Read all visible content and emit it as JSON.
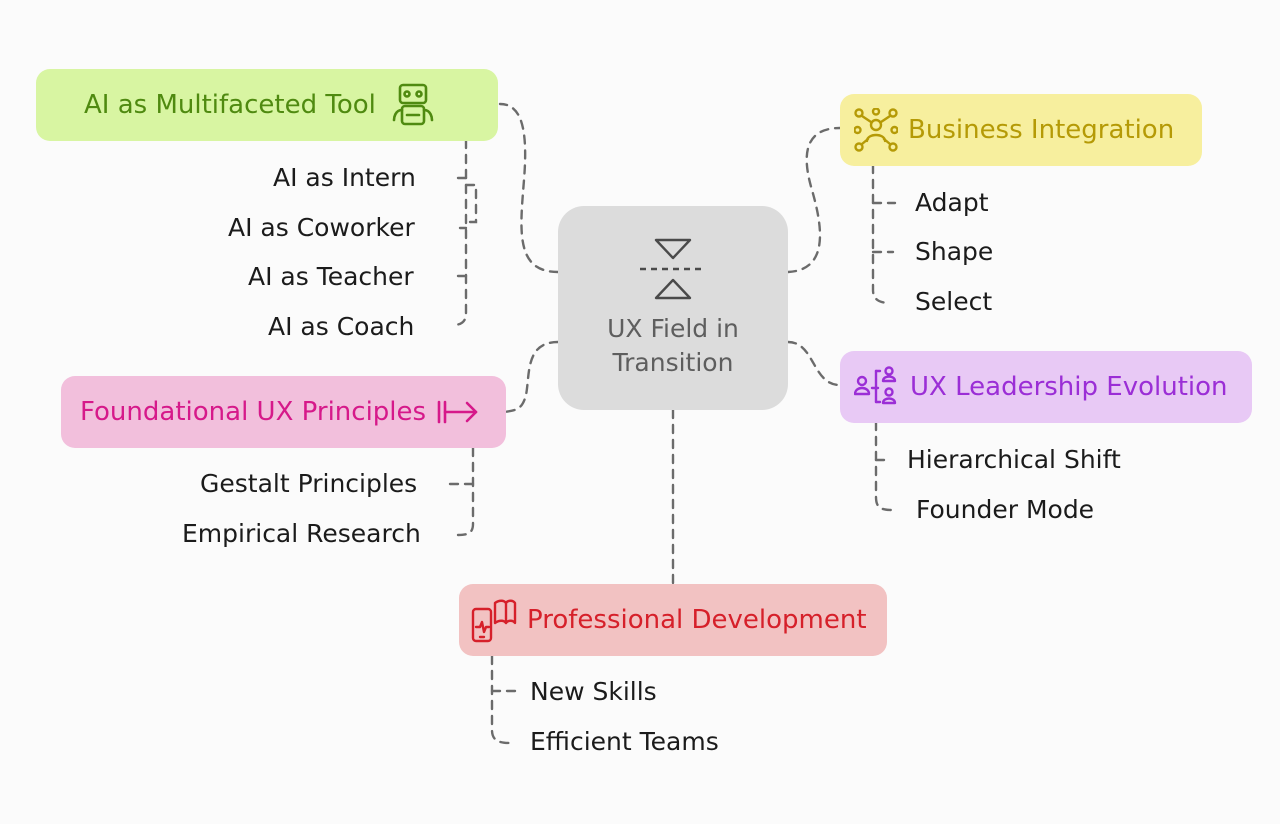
{
  "center": {
    "title": "UX Field in Transition",
    "icon": "hourglass-icon"
  },
  "nodes": {
    "ai": {
      "title": "AI as Multifaceted Tool",
      "icon": "robot-icon",
      "fill": "#d8f5a2",
      "color": "#4f8a10",
      "children": [
        "AI as Intern",
        "AI as Coworker",
        "AI as Teacher",
        "AI as Coach"
      ]
    },
    "business": {
      "title": "Business Integration",
      "icon": "network-icon",
      "fill": "#f7ef9e",
      "color": "#b59a06",
      "children": [
        "Adapt",
        "Shape",
        "Select"
      ]
    },
    "foundational": {
      "title": "Foundational UX Principles",
      "icon": "arrow-right-bar-icon",
      "fill": "#f2bfdc",
      "color": "#d6198a",
      "children": [
        "Gestalt Principles",
        "Empirical Research"
      ]
    },
    "leadership": {
      "title": "UX Leadership Evolution",
      "icon": "org-chart-icon",
      "fill": "#e8c9f5",
      "color": "#9b2ed6",
      "children": [
        "Hierarchical Shift",
        "Founder Mode"
      ]
    },
    "professional": {
      "title": "Professional Development",
      "icon": "mobile-book-icon",
      "fill": "#f2c2c2",
      "color": "#d6202a",
      "children": [
        "New Skills",
        "Efficient Teams"
      ]
    }
  },
  "connector_color": "#6b6b6b"
}
